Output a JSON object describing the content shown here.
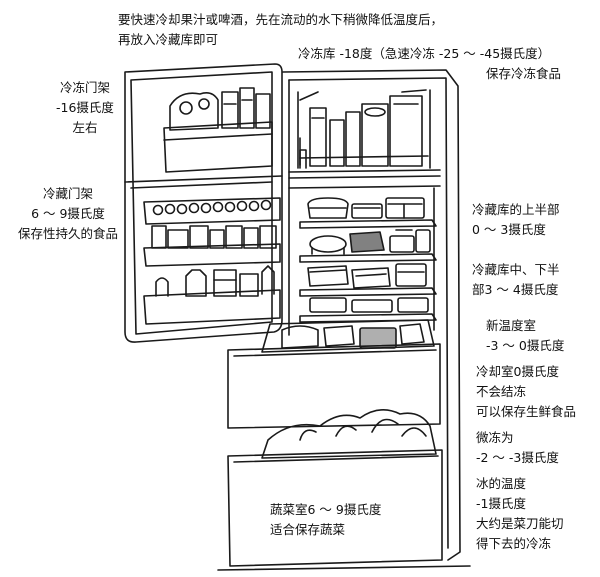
{
  "top_note": [
    "要快速冷却果汁或啤酒，先在流动的水下稍微降低温度后，",
    "再放入冷藏库即可"
  ],
  "freezer": [
    "冷冻库 -18度（急速冷冻 -25 ～ -45摄氏度）",
    "保存冷冻食品"
  ],
  "freezer_door": [
    "冷冻门架",
    "-16摄氏度",
    "左右"
  ],
  "fridge_door": [
    "冷藏门架",
    "6 ～ 9摄氏度",
    "保存性持久的食品"
  ],
  "fridge_upper": [
    "冷藏库的上半部",
    "0 ～ 3摄氏度"
  ],
  "fridge_lower": [
    "冷藏库中、下半",
    "部3 ～ 4摄氏度"
  ],
  "new_temp_room": [
    "新温度室",
    "-3 ～ 0摄氏度"
  ],
  "chill_room": [
    "冷却室0摄氏度",
    "不会结冻",
    "可以保存生鲜食品"
  ],
  "slight_freeze": [
    "微冻为",
    "-2 ～ -3摄氏度"
  ],
  "ice_temp": [
    "冰的温度",
    "-1摄氏度",
    "大约是菜刀能切",
    "得下去的冷冻"
  ],
  "vegetable_room": [
    "蔬菜室6 ～ 9摄氏度",
    "适合保存蔬菜"
  ]
}
